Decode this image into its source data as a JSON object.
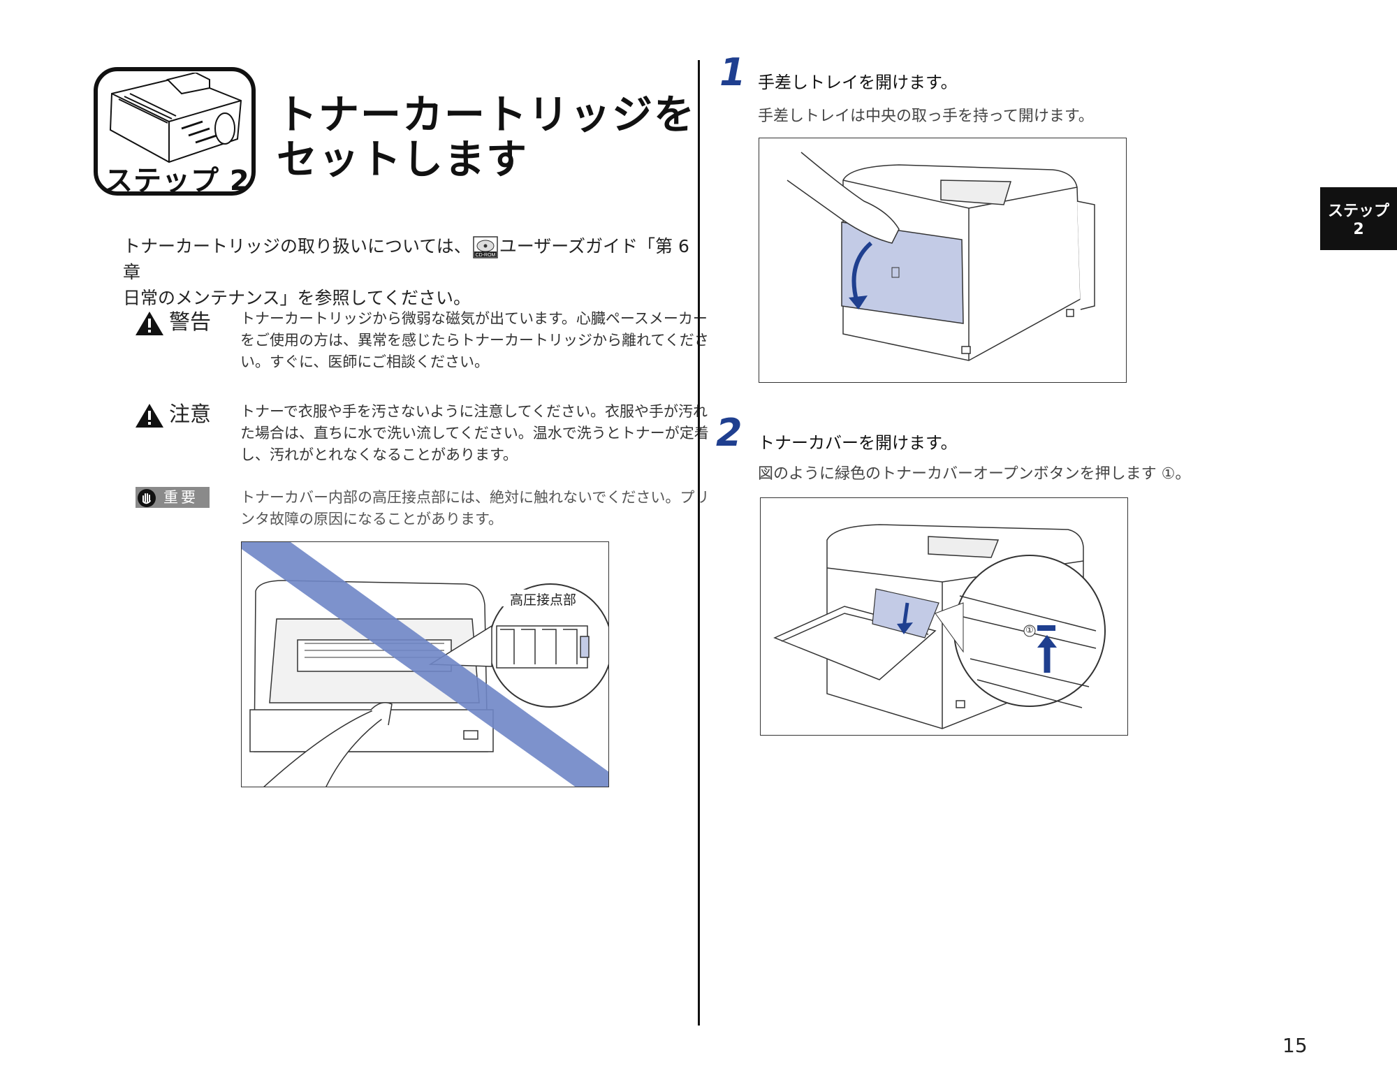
{
  "header": {
    "step_badge": "ステップ 2",
    "title_line1": "トナーカートリッジを",
    "title_line2": "セットします"
  },
  "intro": {
    "text_before_icon": "トナーカートリッジの取り扱いについては、",
    "cdrom_icon_text": "CD-ROM",
    "text_after_icon": "ユーザーズガイド「第 6 章",
    "line2": "日常のメンテナンス」を参照してください。"
  },
  "warning": {
    "label": "警告",
    "lines": [
      "トナーカートリッジから微弱な磁気が出ています。心臓ペースメーカー",
      "をご使用の方は、異常を感じたらトナーカートリッジから離れてくださ",
      "い。すぐに、医師にご相談ください。"
    ]
  },
  "caution": {
    "label": "注意",
    "lines": [
      "トナーで衣服や手を汚さないように注意してください。衣服や手が汚れ",
      "た場合は、直ちに水で洗い流してください。温水で洗うとトナーが定着",
      "し、汚れがとれなくなることがあります。"
    ]
  },
  "important": {
    "label": "重要",
    "lines": [
      "トナーカバー内部の高圧接点部には、絶対に触れないでください。プリ",
      "ンタ故障の原因になることがあります。"
    ],
    "figure_callout": "高圧接点部"
  },
  "steps": [
    {
      "number": "1",
      "title": "手差しトレイを開けます。",
      "desc": "手差しトレイは中央の取っ手を持って開けます。"
    },
    {
      "number": "2",
      "title": "トナーカバーを開けます。",
      "desc": "図のように緑色のトナーカバーオープンボタンを押します ①。",
      "callout": "①"
    }
  ],
  "side_tab": {
    "line1": "ステップ",
    "line2": "2"
  },
  "page_number": "15",
  "colors": {
    "accent_blue": "#1f3f8f",
    "illustration_fill": "#c3cbe6",
    "prohibition_band": "#6f86c6"
  }
}
